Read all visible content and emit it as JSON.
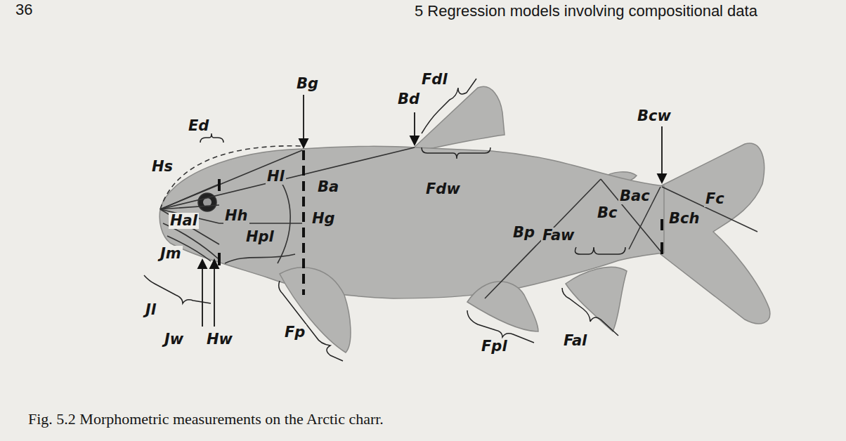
{
  "diagram": {
    "caption": "Fig. 5.2 Morphometric measurements on the Arctic charr.",
    "labels": [
      "36",
      "5 Regression models involving compositional data",
      "Bg",
      "Fdl",
      "Bd",
      "Bcw",
      "Ed",
      "Hs",
      "Hl",
      "Ba",
      "Fdw",
      "Bac",
      "Fc",
      "Bc",
      "Bch",
      "Hh",
      "Hal",
      "Hpl",
      "Hg",
      "Bp",
      "Faw",
      "Jm",
      "Jl",
      "Jw",
      "Hw",
      "Fp",
      "Fpl",
      "Fal"
    ]
  }
}
